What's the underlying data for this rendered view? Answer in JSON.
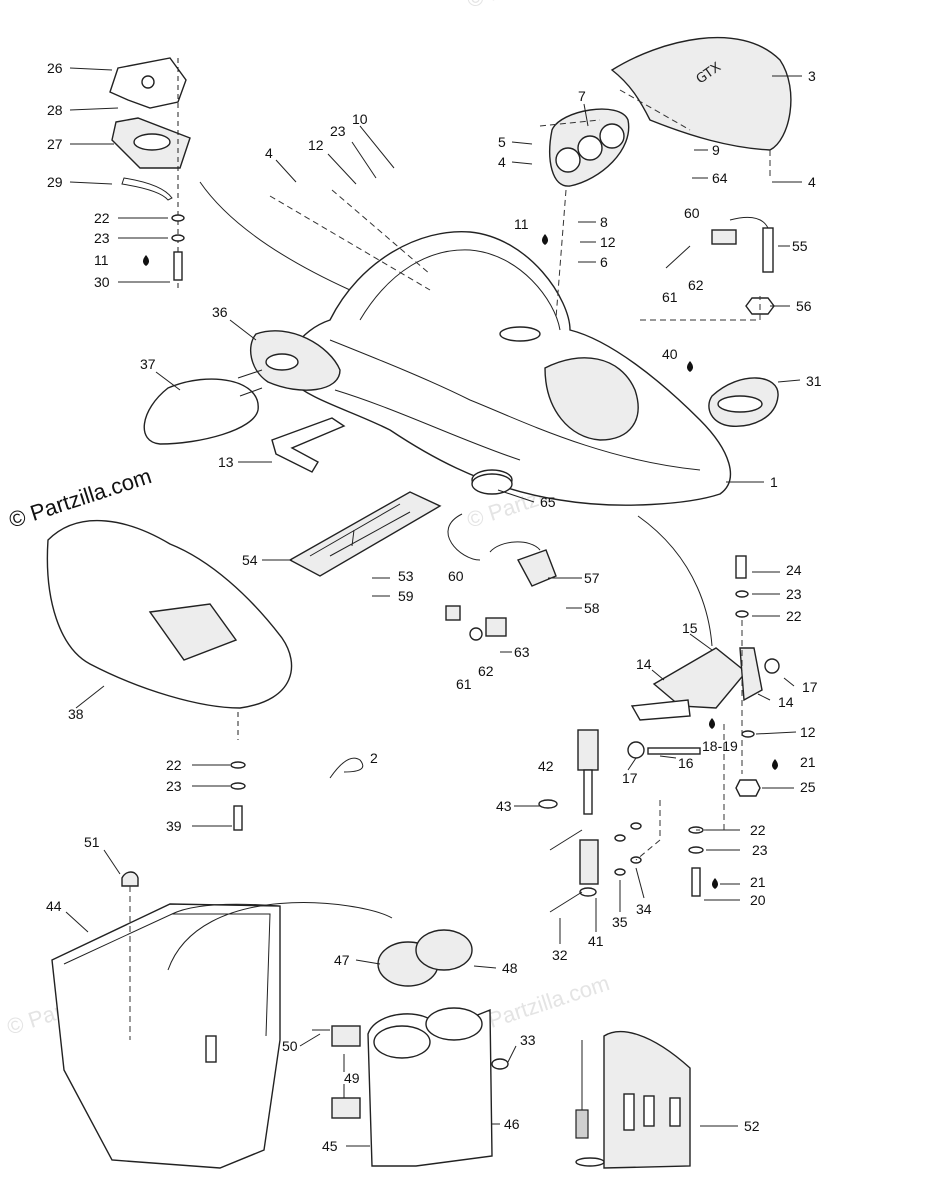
{
  "watermarks": {
    "main": "© Partzilla.com",
    "faint": "© Partzilla.com"
  },
  "callouts": [
    {
      "id": "c26",
      "text": "26"
    },
    {
      "id": "c28",
      "text": "28"
    },
    {
      "id": "c27",
      "text": "27"
    },
    {
      "id": "c29",
      "text": "29"
    },
    {
      "id": "c22a",
      "text": "22"
    },
    {
      "id": "c23a",
      "text": "23"
    },
    {
      "id": "c11a",
      "text": "11"
    },
    {
      "id": "c30",
      "text": "30"
    },
    {
      "id": "c4a",
      "text": "4"
    },
    {
      "id": "c12a",
      "text": "12"
    },
    {
      "id": "c23b",
      "text": "23"
    },
    {
      "id": "c10",
      "text": "10"
    },
    {
      "id": "c7",
      "text": "7"
    },
    {
      "id": "c5",
      "text": "5"
    },
    {
      "id": "c4b",
      "text": "4"
    },
    {
      "id": "c8",
      "text": "8"
    },
    {
      "id": "c11b",
      "text": "11"
    },
    {
      "id": "c12b",
      "text": "12"
    },
    {
      "id": "c6",
      "text": "6"
    },
    {
      "id": "c3",
      "text": "3"
    },
    {
      "id": "c9",
      "text": "9"
    },
    {
      "id": "c64",
      "text": "64"
    },
    {
      "id": "c4c",
      "text": "4"
    },
    {
      "id": "c60a",
      "text": "60"
    },
    {
      "id": "c55",
      "text": "55"
    },
    {
      "id": "c61a",
      "text": "61"
    },
    {
      "id": "c62a",
      "text": "62"
    },
    {
      "id": "c56",
      "text": "56"
    },
    {
      "id": "c36",
      "text": "36"
    },
    {
      "id": "c37",
      "text": "37"
    },
    {
      "id": "c40",
      "text": "40"
    },
    {
      "id": "c31",
      "text": "31"
    },
    {
      "id": "c13",
      "text": "13"
    },
    {
      "id": "c1",
      "text": "1"
    },
    {
      "id": "c65",
      "text": "65"
    },
    {
      "id": "c54",
      "text": "54"
    },
    {
      "id": "c53",
      "text": "53"
    },
    {
      "id": "c59",
      "text": "59"
    },
    {
      "id": "c60b",
      "text": "60"
    },
    {
      "id": "c57",
      "text": "57"
    },
    {
      "id": "c58",
      "text": "58"
    },
    {
      "id": "c63",
      "text": "63"
    },
    {
      "id": "c62b",
      "text": "62"
    },
    {
      "id": "c61b",
      "text": "61"
    },
    {
      "id": "c38",
      "text": "38"
    },
    {
      "id": "c24",
      "text": "24"
    },
    {
      "id": "c23c",
      "text": "23"
    },
    {
      "id": "c22b",
      "text": "22"
    },
    {
      "id": "c15",
      "text": "15"
    },
    {
      "id": "c14a",
      "text": "14"
    },
    {
      "id": "c17a",
      "text": "17"
    },
    {
      "id": "c14b",
      "text": "14"
    },
    {
      "id": "c12c",
      "text": "12"
    },
    {
      "id": "c1819",
      "text": "18-19"
    },
    {
      "id": "c16",
      "text": "16"
    },
    {
      "id": "c17b",
      "text": "17"
    },
    {
      "id": "c21a",
      "text": "21"
    },
    {
      "id": "c25",
      "text": "25"
    },
    {
      "id": "c2",
      "text": "2"
    },
    {
      "id": "c42",
      "text": "42"
    },
    {
      "id": "c22c",
      "text": "22"
    },
    {
      "id": "c23d",
      "text": "23"
    },
    {
      "id": "c39",
      "text": "39"
    },
    {
      "id": "c43",
      "text": "43"
    },
    {
      "id": "c22d",
      "text": "22"
    },
    {
      "id": "c23e",
      "text": "23"
    },
    {
      "id": "c21b",
      "text": "21"
    },
    {
      "id": "c20",
      "text": "20"
    },
    {
      "id": "c51",
      "text": "51"
    },
    {
      "id": "c44",
      "text": "44"
    },
    {
      "id": "c35",
      "text": "35"
    },
    {
      "id": "c34",
      "text": "34"
    },
    {
      "id": "c32",
      "text": "32"
    },
    {
      "id": "c41",
      "text": "41"
    },
    {
      "id": "c47",
      "text": "47"
    },
    {
      "id": "c48",
      "text": "48"
    },
    {
      "id": "c50",
      "text": "50"
    },
    {
      "id": "c33",
      "text": "33"
    },
    {
      "id": "c49",
      "text": "49"
    },
    {
      "id": "c46",
      "text": "46"
    },
    {
      "id": "c45",
      "text": "45"
    },
    {
      "id": "c52",
      "text": "52"
    }
  ],
  "emblem_text": "GTX"
}
